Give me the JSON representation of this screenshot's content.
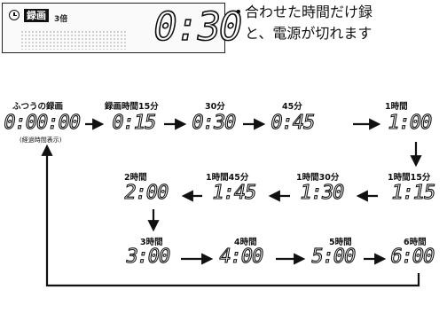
{
  "panel": {
    "rec_badge": "録画",
    "speed": "3倍",
    "time": "0:30"
  },
  "note": {
    "bullet": "•",
    "line1": "合わせた時間だけ録",
    "line2": "と、電源が切れます"
  },
  "sequence": {
    "normal": {
      "label": "ふつうの録画",
      "time": "0:00:00",
      "note": "(経過時間表示)"
    },
    "row1": [
      {
        "label": "録画時間15分",
        "time": "0:15"
      },
      {
        "label": "30分",
        "time": "0:30"
      },
      {
        "label": "45分",
        "time": "0:45"
      },
      {
        "label": "1時間",
        "time": "1:00"
      }
    ],
    "row2": [
      {
        "label": "1時間15分",
        "time": "1:15"
      },
      {
        "label": "1時間30分",
        "time": "1:30"
      },
      {
        "label": "1時間45分",
        "time": "1:45"
      },
      {
        "label": "2時間",
        "time": "2:00"
      }
    ],
    "row3": [
      {
        "label": "3時間",
        "time": "3:00"
      },
      {
        "label": "4時間",
        "time": "4:00"
      },
      {
        "label": "5時間",
        "time": "5:00"
      },
      {
        "label": "6時間",
        "time": "6:00"
      }
    ]
  }
}
